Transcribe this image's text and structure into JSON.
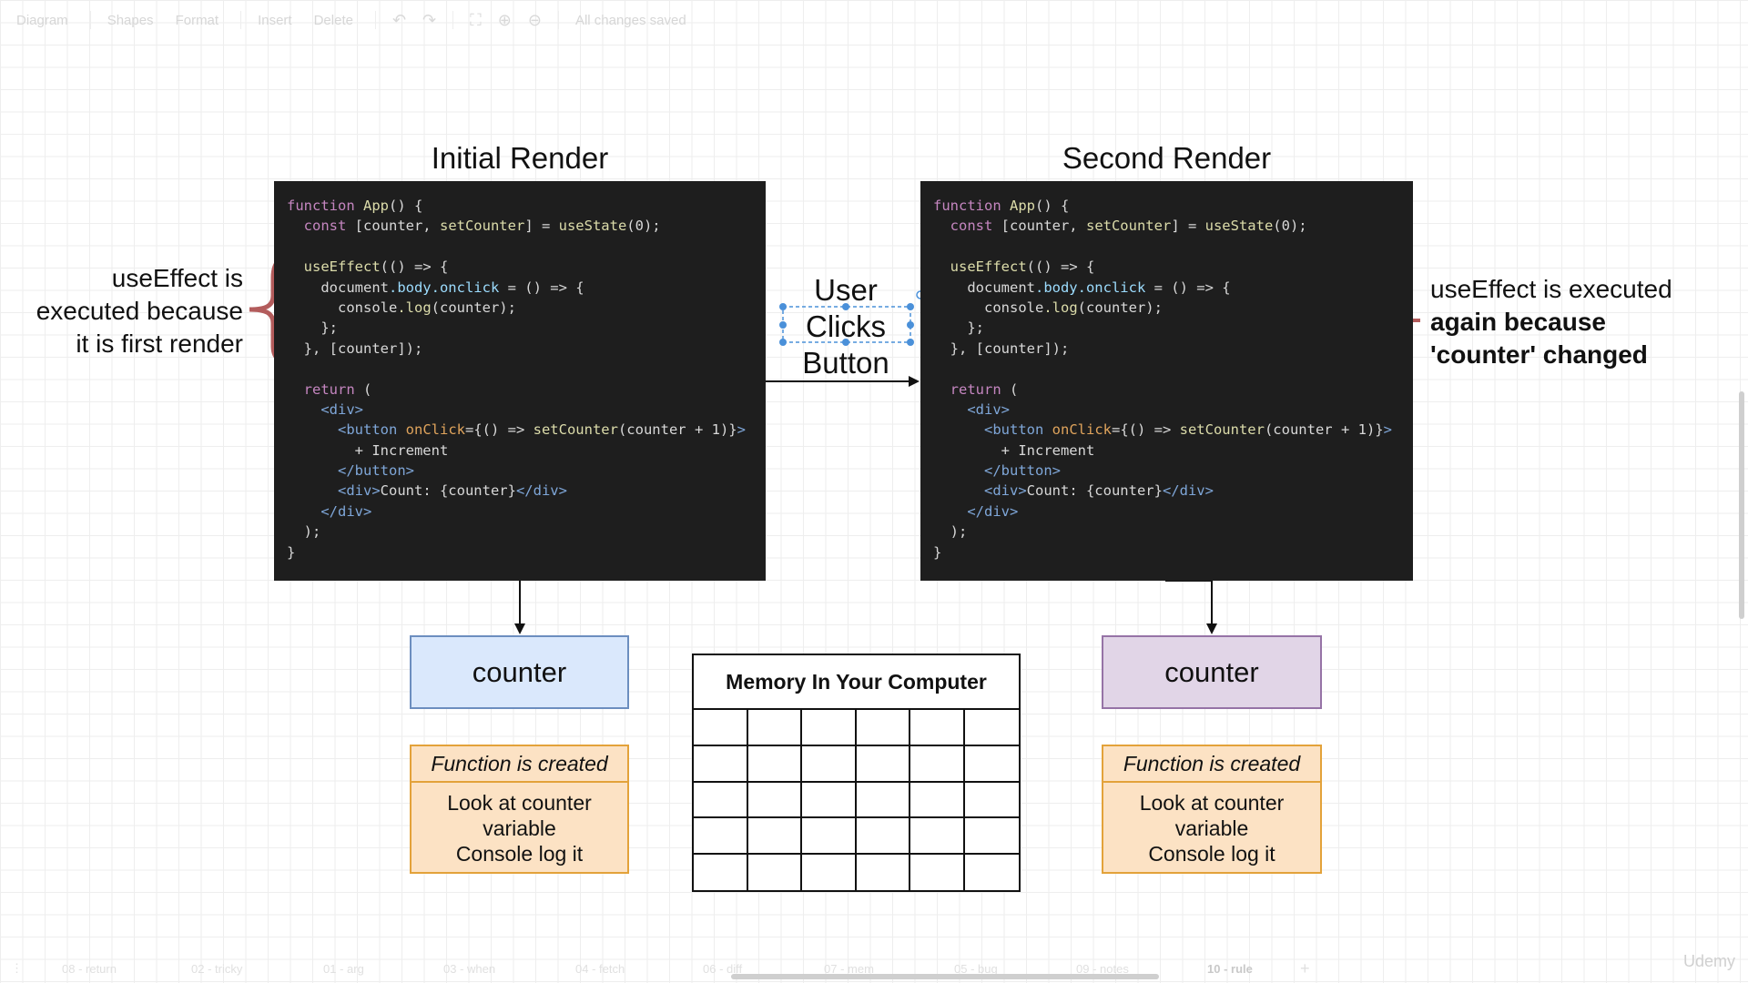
{
  "toolbar": {
    "diagram": "Diagram",
    "shapes": "Shapes",
    "format": "Format",
    "insert": "Insert",
    "delete": "Delete",
    "status": "All changes saved",
    "icons": [
      "undo-icon",
      "redo-icon",
      "fullscreen-icon",
      "zoom-in-icon",
      "zoom-out-icon"
    ]
  },
  "left": {
    "title": "Initial Render",
    "note_lines": [
      "useEffect is",
      "executed because",
      "it is first render"
    ],
    "counter_label": "counter",
    "counter_color": "#dae8fc",
    "counter_border": "#6c8ebf",
    "fn_title": "Function is created",
    "fn_lines": [
      "Look at counter",
      "variable",
      "Console log it"
    ]
  },
  "right": {
    "title": "Second Render",
    "note_line1": "useEffect is executed",
    "note_line2": "again because",
    "note_line3": "'counter' changed",
    "counter_label": "counter",
    "counter_color": "#e1d5e7",
    "counter_border": "#9673a6",
    "fn_title": "Function is created",
    "fn_lines": [
      "Look at counter",
      "variable",
      "Console log it"
    ]
  },
  "middle": {
    "user_clicks_lines": [
      "User",
      "Clicks",
      "Button"
    ],
    "memory_title": "Memory In Your Computer"
  },
  "code": [
    [
      {
        "t": "function ",
        "c": "#c586c0"
      },
      {
        "t": "App",
        "c": "#dcdcaa"
      },
      {
        "t": "() {",
        "c": "#d8d8d8"
      }
    ],
    [
      {
        "t": "  const ",
        "c": "#c586c0"
      },
      {
        "t": "[counter, ",
        "c": "#d8d8d8"
      },
      {
        "t": "setCounter",
        "c": "#dcdcaa"
      },
      {
        "t": "] = ",
        "c": "#d8d8d8"
      },
      {
        "t": "useState",
        "c": "#dcdcaa"
      },
      {
        "t": "(0);",
        "c": "#d8d8d8"
      }
    ],
    [
      {
        "t": "",
        "c": "#d8d8d8"
      }
    ],
    [
      {
        "t": "  useEffect",
        "c": "#dcdcaa"
      },
      {
        "t": "(() => {",
        "c": "#d8d8d8"
      }
    ],
    [
      {
        "t": "    document",
        "c": "#d8d8d8"
      },
      {
        "t": ".body.onclick",
        "c": "#9cdcfe"
      },
      {
        "t": " = () => {",
        "c": "#d8d8d8"
      }
    ],
    [
      {
        "t": "      console",
        "c": "#d8d8d8"
      },
      {
        "t": ".log",
        "c": "#dcdcaa"
      },
      {
        "t": "(counter);",
        "c": "#d8d8d8"
      }
    ],
    [
      {
        "t": "    };",
        "c": "#d8d8d8"
      }
    ],
    [
      {
        "t": "  }, [counter]);",
        "c": "#d8d8d8"
      }
    ],
    [
      {
        "t": "",
        "c": "#d8d8d8"
      }
    ],
    [
      {
        "t": "  return ",
        "c": "#c586c0"
      },
      {
        "t": "(",
        "c": "#d8d8d8"
      }
    ],
    [
      {
        "t": "    <div>",
        "c": "#7fa7d9"
      }
    ],
    [
      {
        "t": "      <button ",
        "c": "#7fa7d9"
      },
      {
        "t": "onClick",
        "c": "#e0a45c"
      },
      {
        "t": "={() => ",
        "c": "#d8d8d8"
      },
      {
        "t": "setCounter",
        "c": "#dcdcaa"
      },
      {
        "t": "(counter + 1)}",
        "c": "#d8d8d8"
      },
      {
        "t": ">",
        "c": "#7fa7d9"
      }
    ],
    [
      {
        "t": "        + Increment",
        "c": "#d8d8d8"
      }
    ],
    [
      {
        "t": "      </button>",
        "c": "#7fa7d9"
      }
    ],
    [
      {
        "t": "      <div>",
        "c": "#7fa7d9"
      },
      {
        "t": "Count: {counter}",
        "c": "#d8d8d8"
      },
      {
        "t": "</div>",
        "c": "#7fa7d9"
      }
    ],
    [
      {
        "t": "    </div>",
        "c": "#7fa7d9"
      }
    ],
    [
      {
        "t": "  );",
        "c": "#d8d8d8"
      }
    ],
    [
      {
        "t": "}",
        "c": "#d8d8d8"
      }
    ]
  ],
  "colors": {
    "brace": "#b35c5c",
    "arrow": "#111111",
    "selection": "#4a90d9"
  },
  "pages": [
    "08 - return",
    "02 - tricky",
    "01 - arg",
    "03 - when",
    "04 - fetch",
    "06 - diff",
    "07 - mem",
    "05 - bug",
    "09 - notes",
    "10 - rule"
  ],
  "watermark": "Udemy"
}
